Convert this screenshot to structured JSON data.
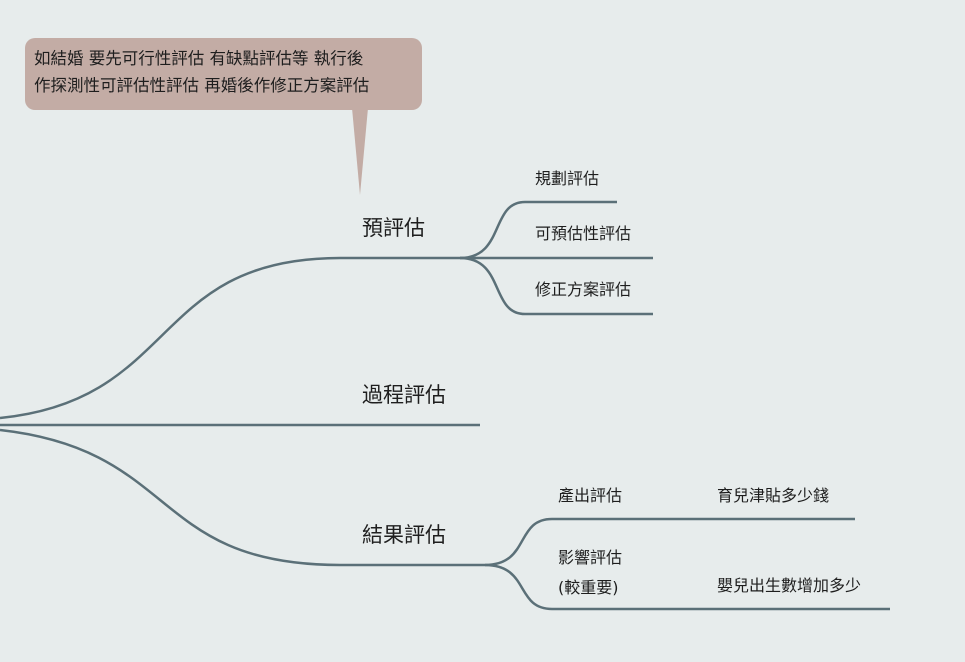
{
  "callout": {
    "line1": "如結婚  要先可行性評估  有缺點評估等  執行後",
    "line2": "作探測性可評估性評估  再婚後作修正方案評估"
  },
  "branches": {
    "pre": {
      "label": "預評估",
      "children": [
        "規劃評估",
        "可預估性評估",
        "修正方案評估"
      ]
    },
    "process": {
      "label": "過程評估"
    },
    "result": {
      "label": "結果評估",
      "children": [
        {
          "label": "產出評估",
          "detail": "育兒津貼多少錢"
        },
        {
          "label_line1": "影響評估",
          "label_line2": "(較重要)",
          "detail": "嬰兒出生數增加多少"
        }
      ]
    }
  },
  "colors": {
    "line": "#5b7078",
    "callout": "#c3aca5",
    "background": "#e7ecec"
  }
}
